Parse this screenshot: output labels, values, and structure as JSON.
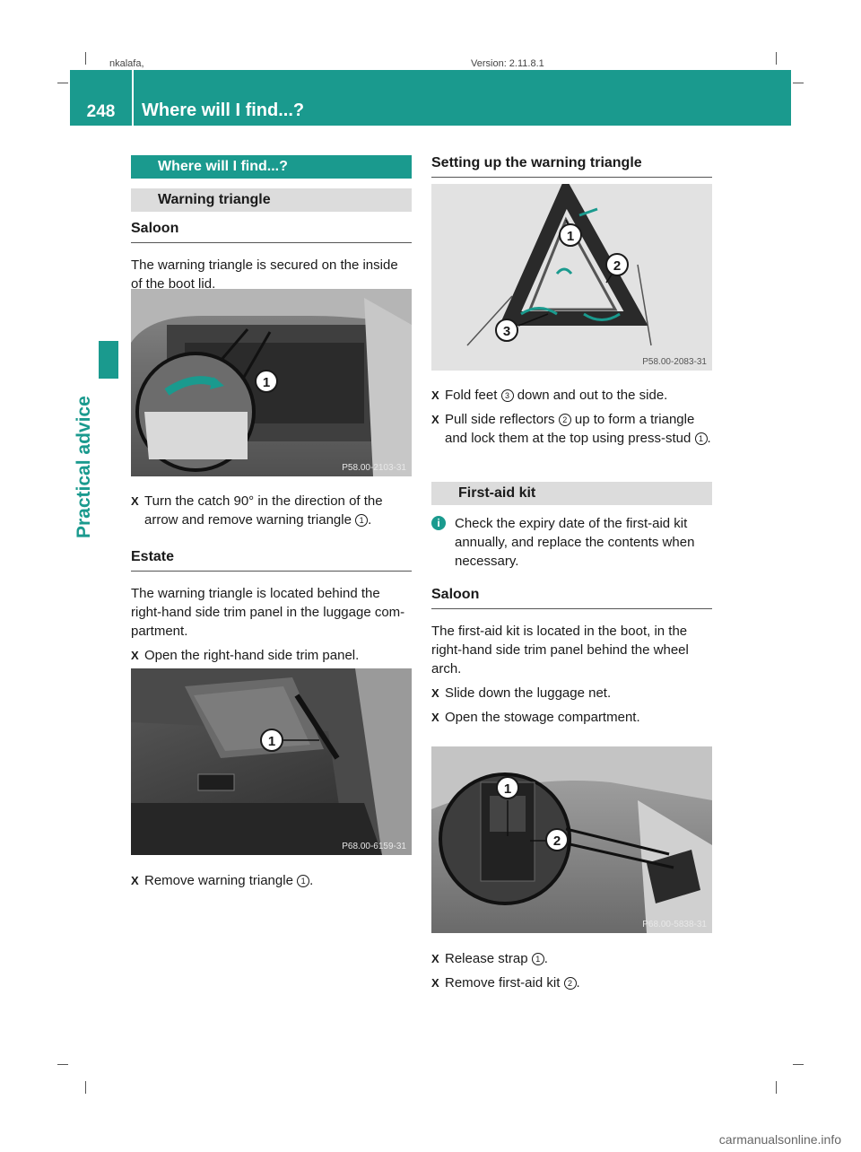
{
  "header": {
    "page_number": "248",
    "title": "Where will I find...?",
    "side_label": "Practical advice",
    "print_left": "nkalafa,",
    "print_right": "Version: 2.11.8.1"
  },
  "left": {
    "section_bar": "Where will I find...?",
    "subsection_bar": "Warning triangle",
    "saloon_heading": "Saloon",
    "saloon_text": "The warning triangle is secured on the inside of the boot lid.",
    "photo1_code": "P58.00-2103-31",
    "photo1_callouts": [
      "1"
    ],
    "step1_before": "Turn the catch 90° in the direction of the arrow and remove warning triangle",
    "step1_num": "1",
    "step1_after": ".",
    "estate_heading": "Estate",
    "estate_text": "The warning triangle is located behind the right-hand side trim panel in the luggage com-partment.",
    "step2": "Open the right-hand side trim panel.",
    "photo2_code": "P68.00-6159-31",
    "photo2_callouts": [
      "1"
    ],
    "step3_before": "Remove warning triangle",
    "step3_num": "1",
    "step3_after": "."
  },
  "right": {
    "setup_heading": "Setting up the warning triangle",
    "photo3_code": "P58.00-2083-31",
    "photo3_callouts": [
      "1",
      "2",
      "3"
    ],
    "step4_before": "Fold feet",
    "step4_num": "3",
    "step4_after": "down and out to the side.",
    "step5_before": "Pull side reflectors",
    "step5_num": "2",
    "step5_mid": "up to form a triangle and lock them at the top using press-stud",
    "step5_num2": "1",
    "step5_after": ".",
    "firstaid_bar": "First-aid kit",
    "info_text": "Check the expiry date of the first-aid kit annually, and replace the contents when necessary.",
    "saloon_heading": "Saloon",
    "saloon_text": "The first-aid kit is located in the boot, in the right-hand side trim panel behind the wheel arch.",
    "step6": "Slide down the luggage net.",
    "step7": "Open the stowage compartment.",
    "photo4_code": "P68.00-5838-31",
    "photo4_callouts": [
      "1",
      "2"
    ],
    "step8_before": "Release strap",
    "step8_num": "1",
    "step8_after": ".",
    "step9_before": "Remove first-aid kit",
    "step9_num": "2",
    "step9_after": "."
  },
  "footer": {
    "watermark": "carmanualsonline.info"
  },
  "colors": {
    "accent": "#1a9a8e",
    "subbar": "#dcdcdc"
  },
  "icons": [
    "step-arrow-icon",
    "info-icon"
  ]
}
